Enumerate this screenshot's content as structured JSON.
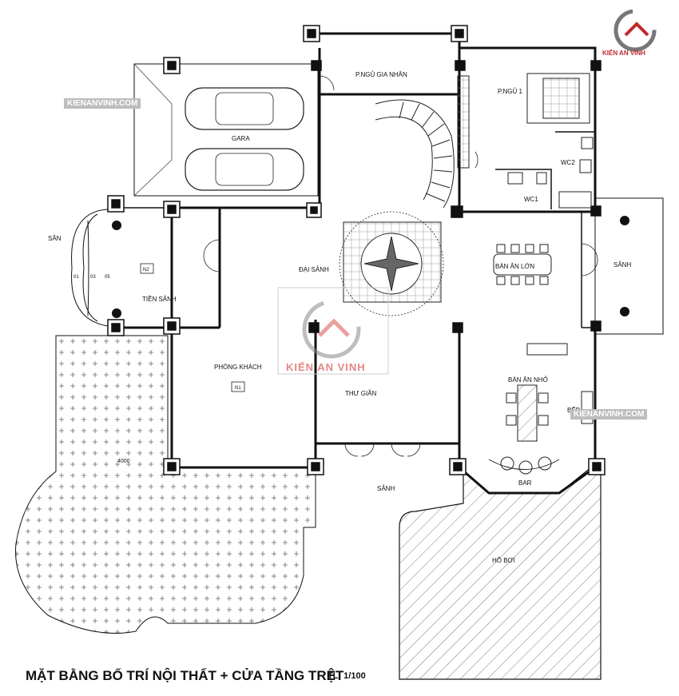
{
  "rooms": {
    "p_ngu_gia_nhan": "P.NGỦ GIA NHÂN",
    "p_ngu_1": "P.NGỦ 1",
    "gara": "GARA",
    "wc2": "WC2",
    "wc1": "WC1",
    "san": "SÂN",
    "dai_sanh": "ĐẠI SẢNH",
    "ban_an_lon": "BÀN ĂN LỚN",
    "sanh_right": "SẢNH",
    "tien_sanh": "TIỀN SẢNH",
    "phong_khach": "PHÒNG KHÁCH",
    "thu_gian": "THƯ GIÃN",
    "ban_an_nho": "BÀN ĂN NHỎ",
    "bep": "BẾP",
    "sanh_bottom": "SẢNH",
    "bar": "BAR",
    "ho_boi": "HỒ BƠI"
  },
  "marks": {
    "stair_01": "01",
    "stair_03": "03",
    "stair_05": "05",
    "n2": "N2",
    "n1": "N1",
    "dim_4000": "4000"
  },
  "title": "MẶT BẰNG BỐ TRÍ NỘI THẤT + CỬA TẦNG TRỆT",
  "scale": "TL: 1/100",
  "watermark": "KIENANVINH.COM",
  "brand": "KIẾN AN VINH",
  "brand_center": "KIẾN AN VINH",
  "colors": {
    "wall": "#111111",
    "brand": "#c0282b",
    "hatch": "#555555"
  }
}
